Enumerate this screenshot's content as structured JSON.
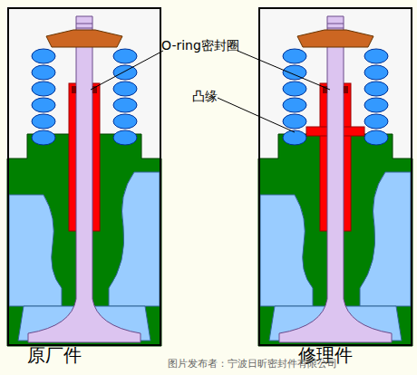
{
  "diagram": {
    "nodes": [
      {
        "text": [
          "原厂件"
        ]
      },
      {
        "text": [
          "修理件"
        ]
      }
    ],
    "labels": [
      "O-ring密封圈",
      "凸缘",
      "图片发布者：宁波日昕密封件有限公司"
    ]
  }
}
